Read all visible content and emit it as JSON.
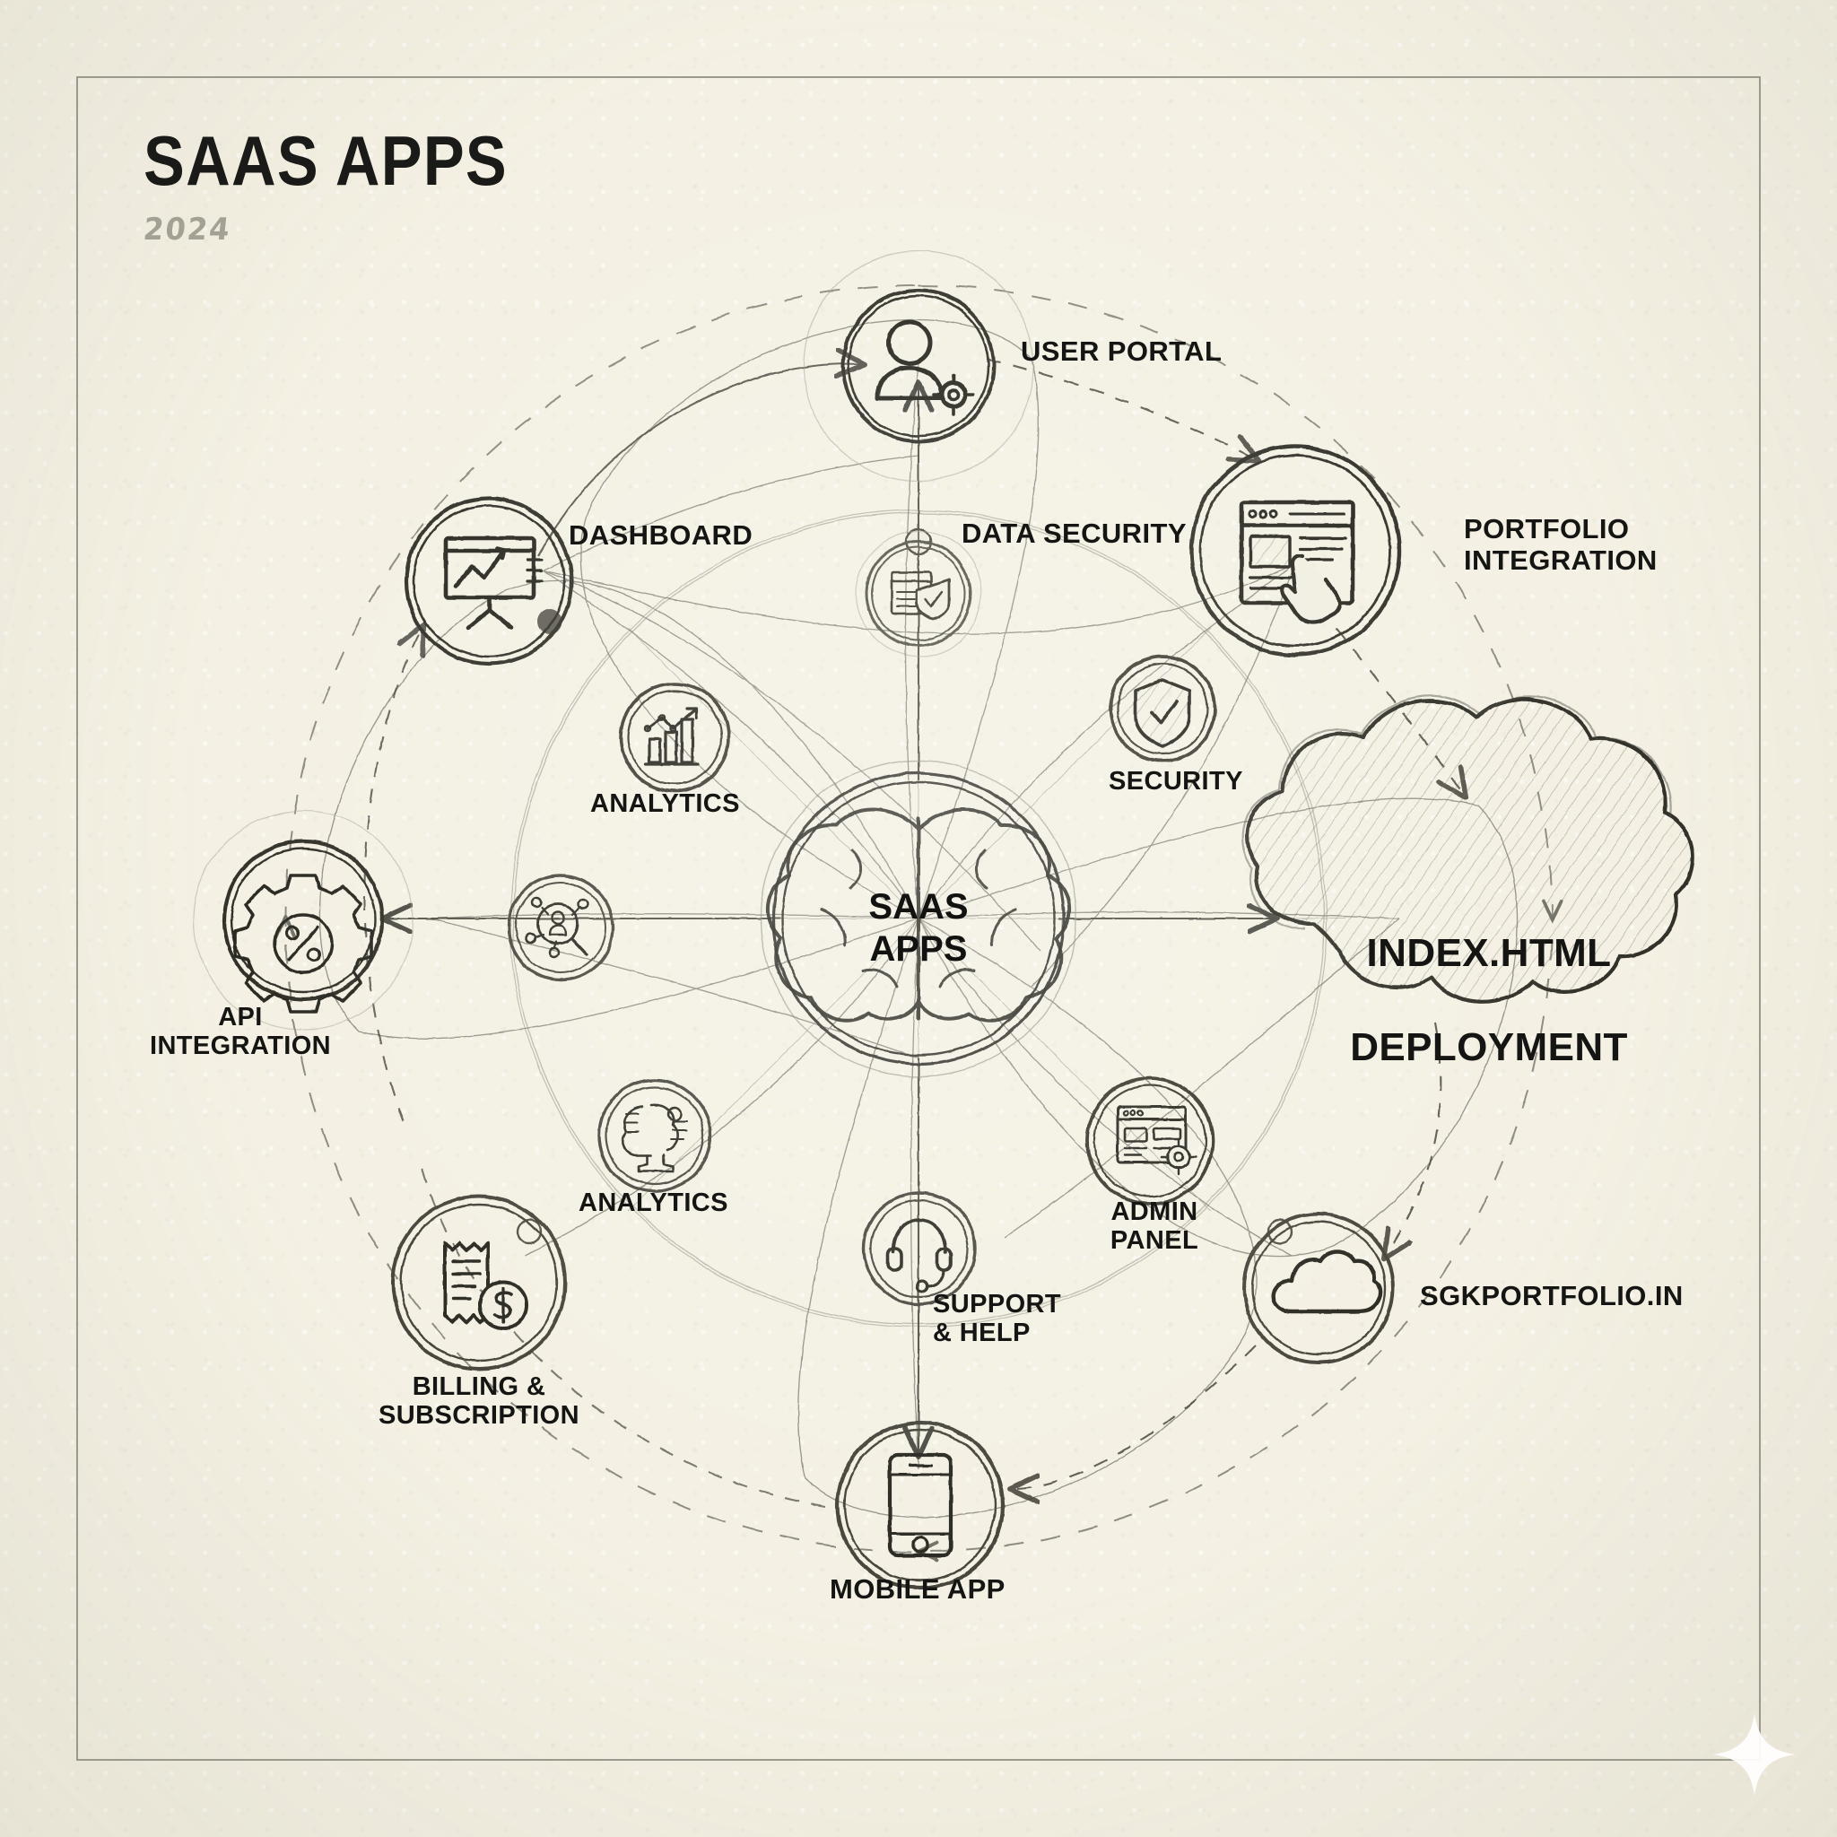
{
  "page": {
    "background_color": "#f4f1e4",
    "frame_color": "#9a998e",
    "ink_color": "#2b2a26"
  },
  "header": {
    "title": "SAAS APPS",
    "year": "2024"
  },
  "center": {
    "label_line1": "SAAS",
    "label_line2": "APPS",
    "icon": "brain-icon"
  },
  "cloud": {
    "label_line1": "INDEX.HTML",
    "label_line2": "DEPLOYMENT",
    "icon": "cloud-shape"
  },
  "nodes": [
    {
      "id": "user-portal",
      "label": "USER PORTAL",
      "icon": "user-gear-icon"
    },
    {
      "id": "dashboard",
      "label": "DASHBOARD",
      "icon": "presentation-chart-icon"
    },
    {
      "id": "data-security",
      "label": "DATA SECURITY",
      "icon": "document-shield-icon"
    },
    {
      "id": "portfolio",
      "label": "PORTFOLIO\nINTEGRATION",
      "icon": "browser-cursor-icon"
    },
    {
      "id": "analytics-top",
      "label": "ANALYTICS",
      "icon": "bar-chart-arrow-icon"
    },
    {
      "id": "security",
      "label": "SECURITY",
      "icon": "shield-check-icon"
    },
    {
      "id": "api",
      "label": "API\nINTEGRATION",
      "icon": "gear-percent-icon"
    },
    {
      "id": "user-network",
      "label": "",
      "icon": "user-network-search-icon"
    },
    {
      "id": "analytics-bot",
      "label": "ANALYTICS",
      "icon": "ai-brain-gear-icon"
    },
    {
      "id": "admin-panel",
      "label": "ADMIN\nPANEL",
      "icon": "admin-dashboard-gear-icon"
    },
    {
      "id": "billing",
      "label": "BILLING &\nSUBSCRIPTION",
      "icon": "receipt-dollar-icon"
    },
    {
      "id": "support",
      "label": "SUPPORT\n& HELP",
      "icon": "headset-icon"
    },
    {
      "id": "sgkportfolio",
      "label": "SGKPORTFOLIO.IN",
      "icon": "cloud-icon"
    },
    {
      "id": "mobile-app",
      "label": "MOBILE APP",
      "icon": "smartphone-icon"
    }
  ],
  "decor": {
    "sparkle": "four-point-star-icon"
  }
}
